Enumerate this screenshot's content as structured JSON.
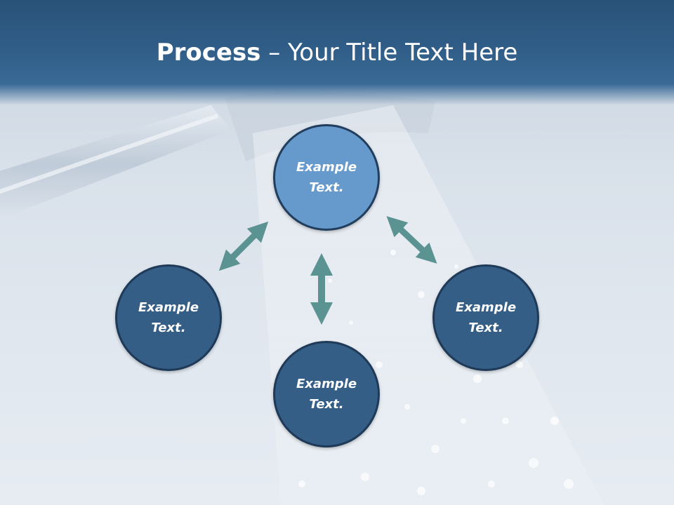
{
  "title": {
    "bold": "Process",
    "rest": " – Your Title Text Here"
  },
  "nodes": [
    {
      "id": "top",
      "text": "Example Text."
    },
    {
      "id": "left",
      "text": "Example Text."
    },
    {
      "id": "bottom",
      "text": "Example Text."
    },
    {
      "id": "right",
      "text": "Example Text."
    }
  ],
  "colors": {
    "header": "#2f5d87",
    "node_dark": "#345e86",
    "node_light": "#6699cc",
    "arrow": "#5b9393"
  }
}
